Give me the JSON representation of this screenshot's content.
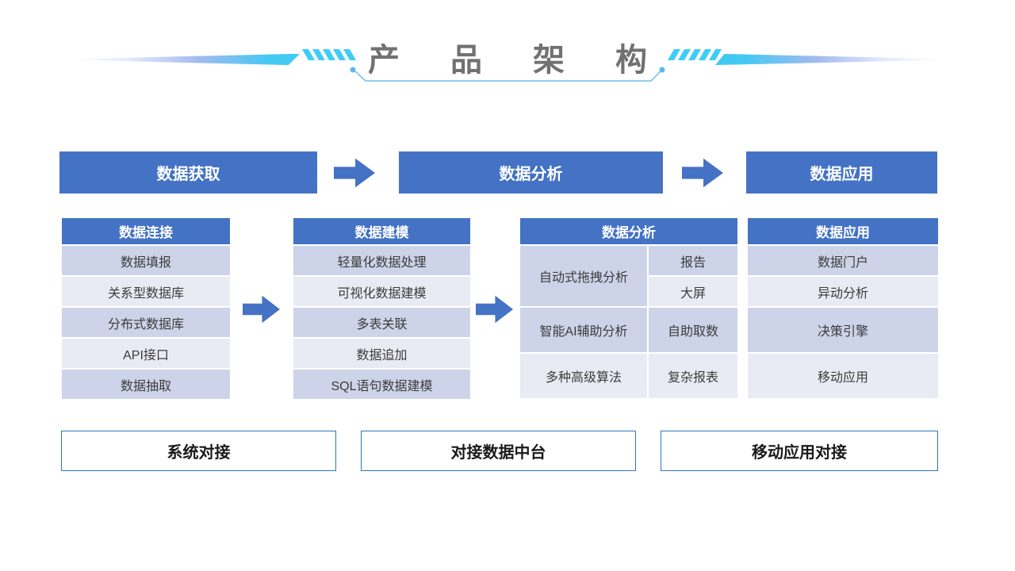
{
  "slide": {
    "title": "产品架构"
  },
  "flow": {
    "step1": "数据获取",
    "step2": "数据分析",
    "step3": "数据应用"
  },
  "tables": {
    "connect": {
      "header": "数据连接",
      "rows": [
        "数据填报",
        "关系型数据库",
        "分布式数据库",
        "API接口",
        "数据抽取"
      ]
    },
    "modeling": {
      "header": "数据建模",
      "rows": [
        "轻量化数据处理",
        "可视化数据建模",
        "多表关联",
        "数据追加",
        "SQL语句数据建模"
      ]
    },
    "analysis": {
      "header": "数据分析",
      "drag": "自动式拖拽分析",
      "report": "报告",
      "bigscreen": "大屏",
      "ai": "智能AI辅助分析",
      "selfquery": "自助取数",
      "algorithm": "多种高级算法",
      "complex": "复杂报表"
    },
    "application": {
      "header": "数据应用",
      "rows": [
        "数据门户",
        "异动分析",
        "决策引擎",
        "移动应用"
      ]
    }
  },
  "footer": {
    "box1": "系统对接",
    "box2": "对接数据中台",
    "box3": "移动应用对接"
  },
  "colors": {
    "primary_blue": "#4472C4",
    "row_dark": "#CDD3E8",
    "row_light": "#E9EBF4",
    "accent_cyan": "#3FCDF5",
    "border_blue": "#2E75B6",
    "title_gray": "#717171"
  }
}
